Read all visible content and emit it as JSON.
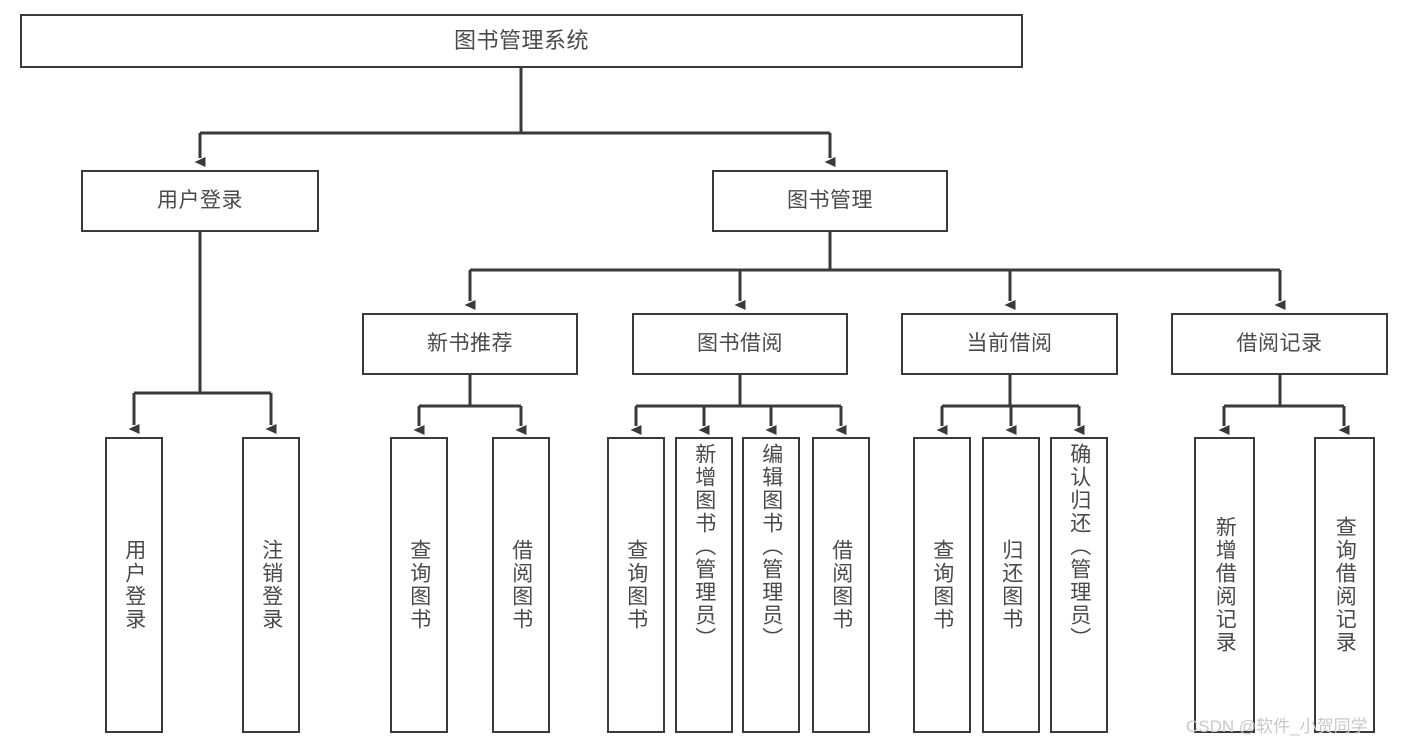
{
  "diagram": {
    "title": "图书管理系统",
    "type": "tree",
    "orientation": "top-down",
    "colors": {
      "background": "#ffffff",
      "node_border": "#3a3a3a",
      "node_fill": "#ffffff",
      "label_text": "#4a4a4a",
      "edge": "#3a3a3a",
      "watermark": "#c8c8c8"
    },
    "watermark": "CSDN @软件_小贺同学"
  },
  "nodes": {
    "root": {
      "label": "图书管理系统"
    },
    "level1": [
      {
        "id": "user-login",
        "label": "用户登录"
      },
      {
        "id": "book-management",
        "label": "图书管理"
      }
    ],
    "level2": [
      {
        "id": "new-book-recommend",
        "label": "新书推荐"
      },
      {
        "id": "book-borrow",
        "label": "图书借阅"
      },
      {
        "id": "current-borrow",
        "label": "当前借阅"
      },
      {
        "id": "borrow-record",
        "label": "借阅记录"
      }
    ],
    "leaves": {
      "user_login": [
        {
          "id": "leaf-user-login",
          "label": "用户登录"
        },
        {
          "id": "leaf-logout-login",
          "label": "注销登录"
        }
      ],
      "new_book_recommend": [
        {
          "id": "leaf-query-book-1",
          "label": "查询图书"
        },
        {
          "id": "leaf-borrow-book-1",
          "label": "借阅图书"
        }
      ],
      "book_borrow": [
        {
          "id": "leaf-query-book-2",
          "label": "查询图书"
        },
        {
          "id": "leaf-add-book",
          "label": "新增图书（管理员）"
        },
        {
          "id": "leaf-edit-book",
          "label": "编辑图书（管理员）"
        },
        {
          "id": "leaf-borrow-book-2",
          "label": "借阅图书"
        }
      ],
      "current_borrow": [
        {
          "id": "leaf-query-book-3",
          "label": "查询图书"
        },
        {
          "id": "leaf-return-book",
          "label": "归还图书"
        },
        {
          "id": "leaf-confirm-return",
          "label": "确认归还（管理员）"
        }
      ],
      "borrow_record": [
        {
          "id": "leaf-add-record",
          "label": "新增借阅记录"
        },
        {
          "id": "leaf-query-record",
          "label": "查询借阅记录"
        }
      ]
    }
  }
}
